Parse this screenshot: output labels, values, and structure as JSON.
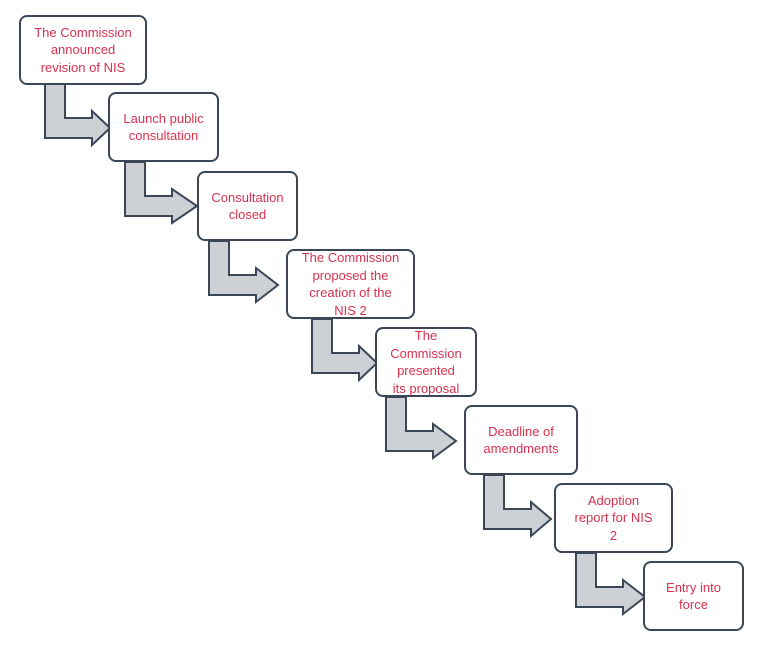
{
  "colors": {
    "text": "#d8324e",
    "box_border": "#3b4656",
    "arrow_fill": "#cdd0d4",
    "arrow_stroke": "#3b4656"
  },
  "steps": [
    {
      "label": "The Commission\nannounced\nrevision of NIS"
    },
    {
      "label": "Launch public\nconsultation"
    },
    {
      "label": "Consultation\nclosed"
    },
    {
      "label": "The Commission\nproposed the\ncreation of the\nNIS 2"
    },
    {
      "label": "The\nCommission\npresented\nits proposal"
    },
    {
      "label": "Deadline of\namendments"
    },
    {
      "label": "Adoption\nreport for NIS\n2"
    },
    {
      "label": "Entry into\nforce"
    }
  ],
  "connector_icon": "bent-arrow-icon"
}
